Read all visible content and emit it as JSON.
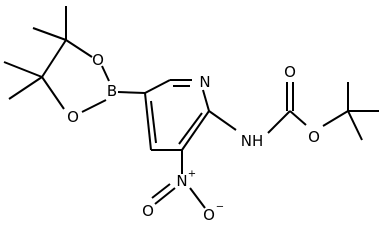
{
  "molecule": {
    "atom_labels": {
      "boron": "B",
      "pinacol_oxygen_upper": "O",
      "pinacol_oxygen_lower": "O",
      "pyridine_nitrogen": "N",
      "amine_nh": "NH",
      "carbonyl_oxygen": "O",
      "ester_oxygen": "O",
      "nitro_nitrogen": "N",
      "nitro_nitrogen_charge": "+",
      "nitro_oxygen": "O",
      "nitro_oxygen_charge": "−"
    },
    "line_color": "#000000",
    "background_color": "#ffffff"
  }
}
